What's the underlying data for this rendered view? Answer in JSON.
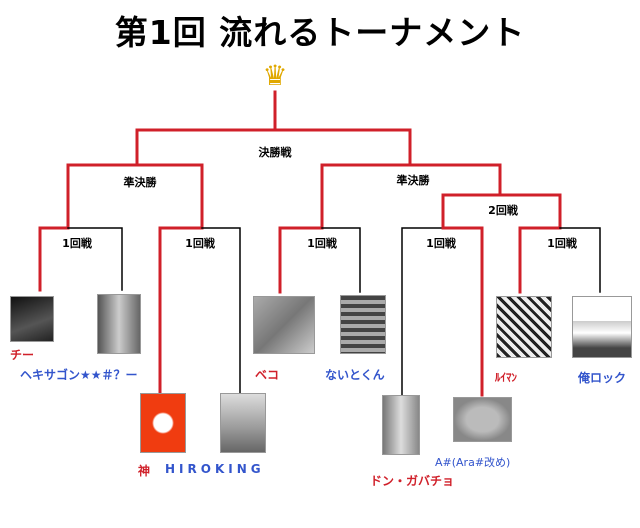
{
  "title": "第1回 流れるトーナメント",
  "crown_icon": "crown-icon",
  "colors": {
    "winner_line": "#d0202a",
    "loser_line": "#000000",
    "red_name": "#d0202a",
    "blue_name": "#3355cc"
  },
  "rounds": {
    "final": "決勝戦",
    "semi_left": "準決勝",
    "semi_right": "準決勝",
    "second": "2回戦",
    "first": [
      "1回戦",
      "1回戦",
      "1回戦",
      "1回戦",
      "1回戦"
    ]
  },
  "players": [
    {
      "name": "チー",
      "color": "red"
    },
    {
      "name": "ヘキサゴン★★＃？ー",
      "color": "blue"
    },
    {
      "name": "神",
      "color": "red"
    },
    {
      "name": "HIROKING",
      "color": "blue"
    },
    {
      "name": "ベコ",
      "color": "red"
    },
    {
      "name": "ないとくん",
      "color": "blue"
    },
    {
      "name": "ドン・ガバチョ",
      "color": "red"
    },
    {
      "name": "A#(Ara#改め)",
      "color": "blue"
    },
    {
      "name": "ﾙｲﾏﾝ",
      "color": "red"
    },
    {
      "name": "俺ロック",
      "color": "blue"
    }
  ]
}
